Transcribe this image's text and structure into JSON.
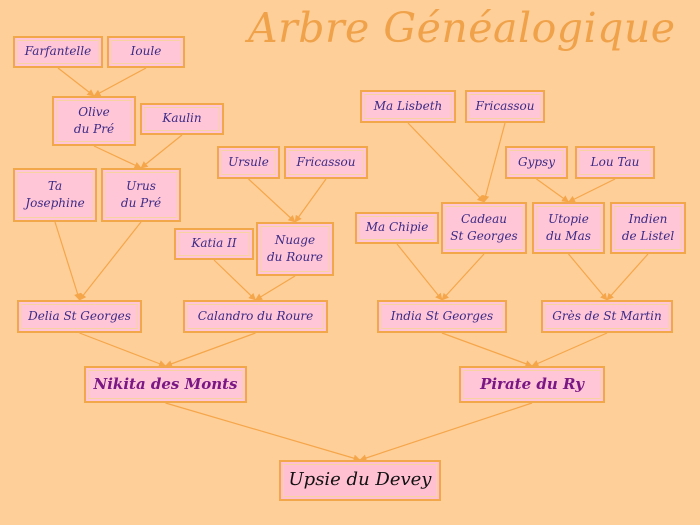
{
  "title": "Arbre Généalogique",
  "colors": {
    "background": "#ffcf99",
    "box_fill": "#ffc6d7",
    "box_border": "#f2a74a",
    "line": "#f5a64a",
    "title": "#f0a24a"
  },
  "nodes": {
    "farfantelle": "Farfantelle",
    "ioule": "Ioule",
    "olive": "Olive\ndu Pré",
    "kaulin": "Kaulin",
    "ta_josephine": "Ta\nJosephine",
    "urus": "Urus\ndu Pré",
    "ursule": "Ursule",
    "fricassou_1": "Fricassou",
    "katia": "Katia II",
    "nuage": "Nuage\ndu Roure",
    "delia": "Delia St Georges",
    "calandro": "Calandro du Roure",
    "nikita": "Nikita des Monts",
    "ma_lisbeth": "Ma Lisbeth",
    "fricassou_2": "Fricassou",
    "gypsy": "Gypsy",
    "lou_tau": "Lou Tau",
    "ma_chipie": "Ma Chipie",
    "cadeau": "Cadeau\nSt Georges",
    "utopie": "Utopie\ndu Mas",
    "indien": "Indien\nde Listel",
    "india": "India St Georges",
    "gres": "Grès de St Martin",
    "pirate": "Pirate du Ry",
    "upsie": "Upsie du Devey"
  },
  "links": [
    [
      "farfantelle",
      "olive"
    ],
    [
      "ioule",
      "olive"
    ],
    [
      "olive",
      "urus"
    ],
    [
      "kaulin",
      "urus"
    ],
    [
      "ta_josephine",
      "delia"
    ],
    [
      "urus",
      "delia"
    ],
    [
      "ursule",
      "nuage"
    ],
    [
      "fricassou_1",
      "nuage"
    ],
    [
      "katia",
      "calandro"
    ],
    [
      "nuage",
      "calandro"
    ],
    [
      "delia",
      "nikita"
    ],
    [
      "calandro",
      "nikita"
    ],
    [
      "ma_lisbeth",
      "cadeau"
    ],
    [
      "fricassou_2",
      "cadeau"
    ],
    [
      "gypsy",
      "utopie"
    ],
    [
      "lou_tau",
      "utopie"
    ],
    [
      "ma_chipie",
      "india"
    ],
    [
      "cadeau",
      "india"
    ],
    [
      "utopie",
      "gres"
    ],
    [
      "indien",
      "gres"
    ],
    [
      "india",
      "pirate"
    ],
    [
      "gres",
      "pirate"
    ],
    [
      "nikita",
      "upsie"
    ],
    [
      "pirate",
      "upsie"
    ]
  ]
}
